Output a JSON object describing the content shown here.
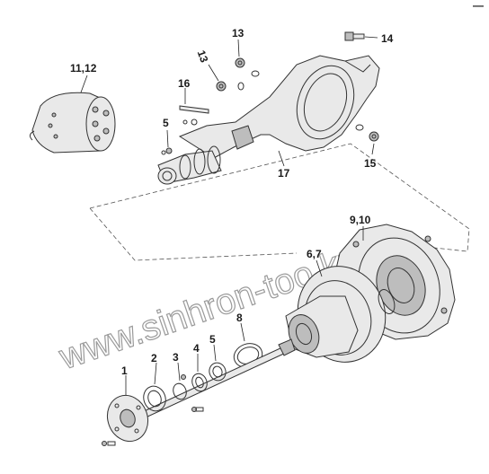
{
  "corner_mark": "—",
  "watermark": "www.sinhron-too.kz",
  "labels": {
    "l1": "1",
    "l2": "2",
    "l3": "3",
    "l4": "4",
    "l5a": "5",
    "l5b": "5",
    "l67": "6,7",
    "l8": "8",
    "l910": "9,10",
    "l1112": "11,12",
    "l13a": "13",
    "l13b": "13",
    "l14": "14",
    "l15": "15",
    "l16": "16",
    "l17": "17"
  }
}
